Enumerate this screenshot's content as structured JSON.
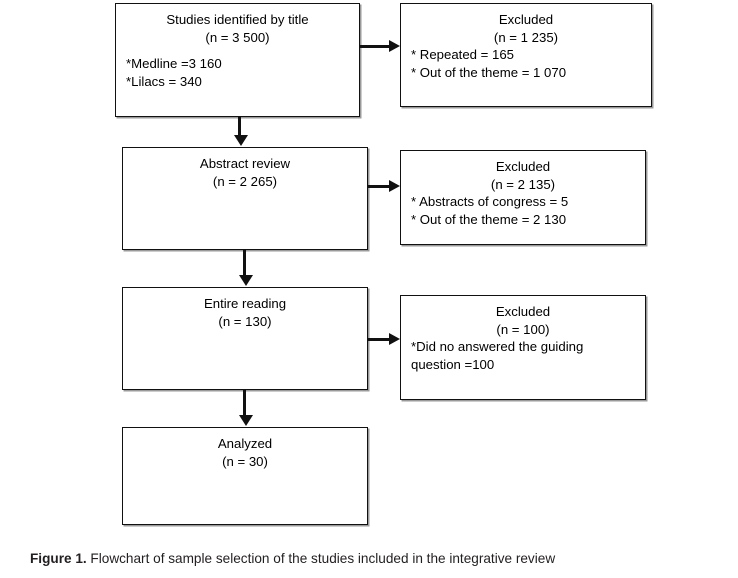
{
  "figure": {
    "caption_label": "Figure 1.",
    "caption_text": " Flowchart of sample selection of the studies included in the integrative review"
  },
  "flowchart": {
    "type": "prisma-flowchart",
    "boxes": [
      {
        "id": "identified",
        "title": "Studies identified by title",
        "count_line": "(n = 3 500)",
        "details": [
          "*Medline =3 160",
          "*Lilacs = 340"
        ]
      },
      {
        "id": "excluded_1",
        "title": "Excluded",
        "count_line": "(n = 1 235)",
        "details": [
          "* Repeated = 165",
          "* Out of the theme = 1 070"
        ]
      },
      {
        "id": "abstract_review",
        "title": "Abstract review",
        "count_line": "(n = 2 265)",
        "details": []
      },
      {
        "id": "excluded_2",
        "title": "Excluded",
        "count_line": "(n = 2 135)",
        "details": [
          "* Abstracts of congress = 5",
          "* Out of the theme = 2 130"
        ]
      },
      {
        "id": "entire_reading",
        "title": "Entire reading",
        "count_line": "(n = 130)",
        "details": []
      },
      {
        "id": "excluded_3",
        "title": "Excluded",
        "count_line": "(n = 100)",
        "details": [
          "*Did no answered the guiding question =100"
        ]
      },
      {
        "id": "analyzed",
        "title": "Analyzed",
        "count_line": "(n = 30)",
        "details": []
      }
    ],
    "connectors": [
      {
        "id": "identified-to-abstract",
        "direction": "down"
      },
      {
        "id": "abstract-to-entire",
        "direction": "down"
      },
      {
        "id": "entire-to-analyzed",
        "direction": "down"
      },
      {
        "id": "identified-to-excluded-1",
        "direction": "right"
      },
      {
        "id": "abstract-to-excluded-2",
        "direction": "right"
      },
      {
        "id": "entire-to-excluded-3",
        "direction": "right"
      }
    ],
    "colors": {
      "box_border": "#111111",
      "box_fill": "#ffffff",
      "arrow": "#111111",
      "text": "#000000",
      "caption_text": "#231f20"
    }
  }
}
